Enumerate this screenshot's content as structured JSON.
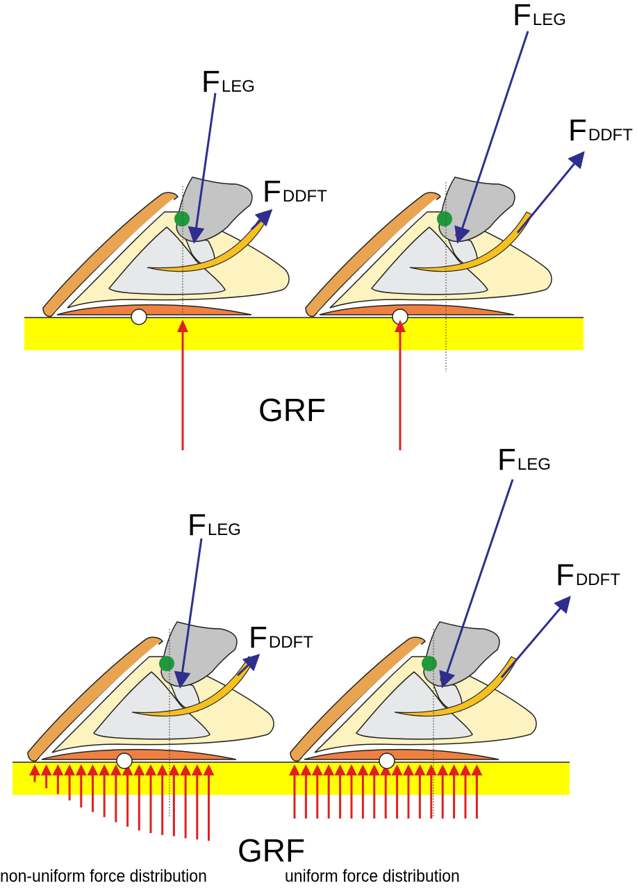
{
  "colors": {
    "ground": "#ffff00",
    "hoof_wall": "#e9a452",
    "sole_cushion": "#f08040",
    "laminae": "#fdf3c0",
    "bone_light": "#e6e8ea",
    "bone_dark": "#c4c4c4",
    "joint": "#1e9a3c",
    "tendon": "#f5c020",
    "force_blue": "#2e2e8e",
    "grf_red": "#e02020"
  },
  "panels": [
    {
      "id": "top-left",
      "labels": {
        "f_leg_main": "F",
        "f_leg_sub": "LEG",
        "f_ddft_main": "F",
        "f_ddft_sub": "DDFT"
      },
      "grf_mode": "single"
    },
    {
      "id": "top-right",
      "labels": {
        "f_leg_main": "F",
        "f_leg_sub": "LEG",
        "f_ddft_main": "F",
        "f_ddft_sub": "DDFT"
      },
      "grf_mode": "single"
    },
    {
      "id": "bottom-left",
      "labels": {
        "f_leg_main": "F",
        "f_leg_sub": "LEG",
        "f_ddft_main": "F",
        "f_ddft_sub": "DDFT"
      },
      "grf_mode": "distributed",
      "grf_distribution": "non-uniform",
      "relative_arrow_lengths": [
        0.08,
        0.18,
        0.27,
        0.37,
        0.48,
        0.55,
        0.63,
        0.71,
        0.78,
        0.84,
        0.88,
        0.91,
        0.93,
        0.96,
        0.98,
        1.0
      ]
    },
    {
      "id": "bottom-right",
      "labels": {
        "f_leg_main": "F",
        "f_leg_sub": "LEG",
        "f_ddft_main": "F",
        "f_ddft_sub": "DDFT"
      },
      "grf_mode": "distributed",
      "grf_distribution": "uniform",
      "relative_arrow_lengths": [
        1,
        1,
        1,
        1,
        1,
        1,
        1,
        1,
        1,
        1,
        1,
        1,
        1,
        1,
        1,
        1,
        1
      ]
    }
  ],
  "grf_labels": {
    "top": "GRF",
    "bottom": "GRF"
  },
  "captions": {
    "left": "non-uniform force distribution",
    "right": "uniform force distribution"
  }
}
